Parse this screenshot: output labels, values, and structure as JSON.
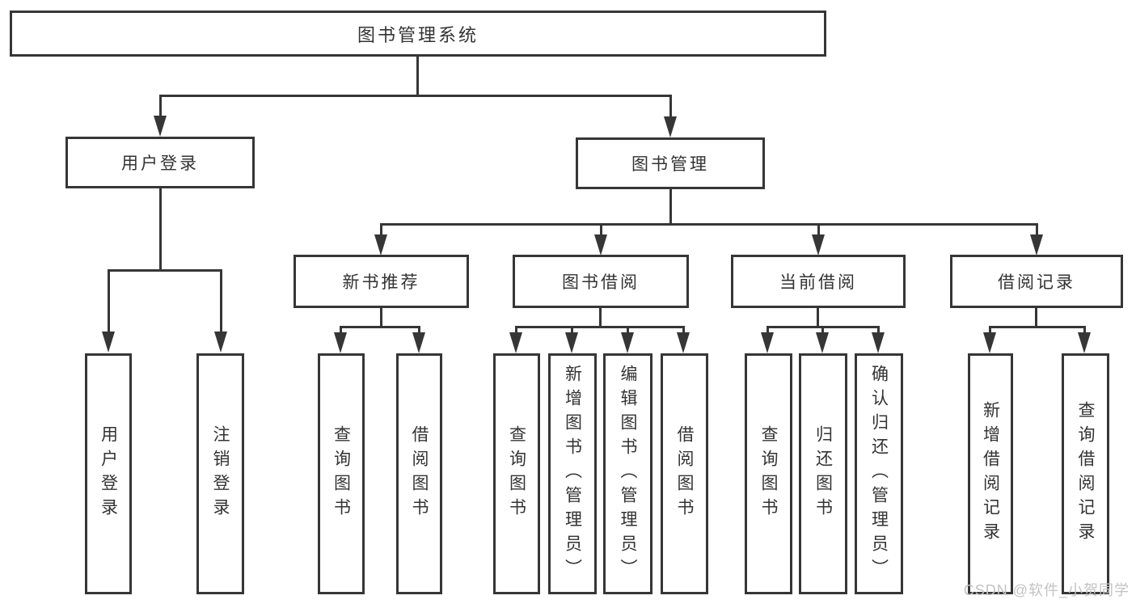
{
  "diagram": {
    "title": "图书管理系统",
    "level2": [
      {
        "label": "用户登录",
        "children": [
          "用户登录",
          "注销登录"
        ]
      },
      {
        "label": "图书管理"
      }
    ],
    "level3": [
      {
        "label": "新书推荐",
        "children": [
          "查询图书",
          "借阅图书"
        ]
      },
      {
        "label": "图书借阅",
        "children": [
          "查询图书",
          "新增图书（管理员）",
          "编辑图书（管理员）",
          "借阅图书"
        ]
      },
      {
        "label": "当前借阅",
        "children": [
          "查询图书",
          "归还图书",
          "确认归还（管理员）"
        ]
      },
      {
        "label": "借阅记录",
        "children": [
          "新增借阅记录",
          "查询借阅记录"
        ]
      }
    ]
  },
  "watermark": "CSDN @软件_小贺同学",
  "colors": {
    "background": "#ffffff",
    "line": "#363636",
    "text": "#333333",
    "watermark": "#c3c3c3"
  }
}
